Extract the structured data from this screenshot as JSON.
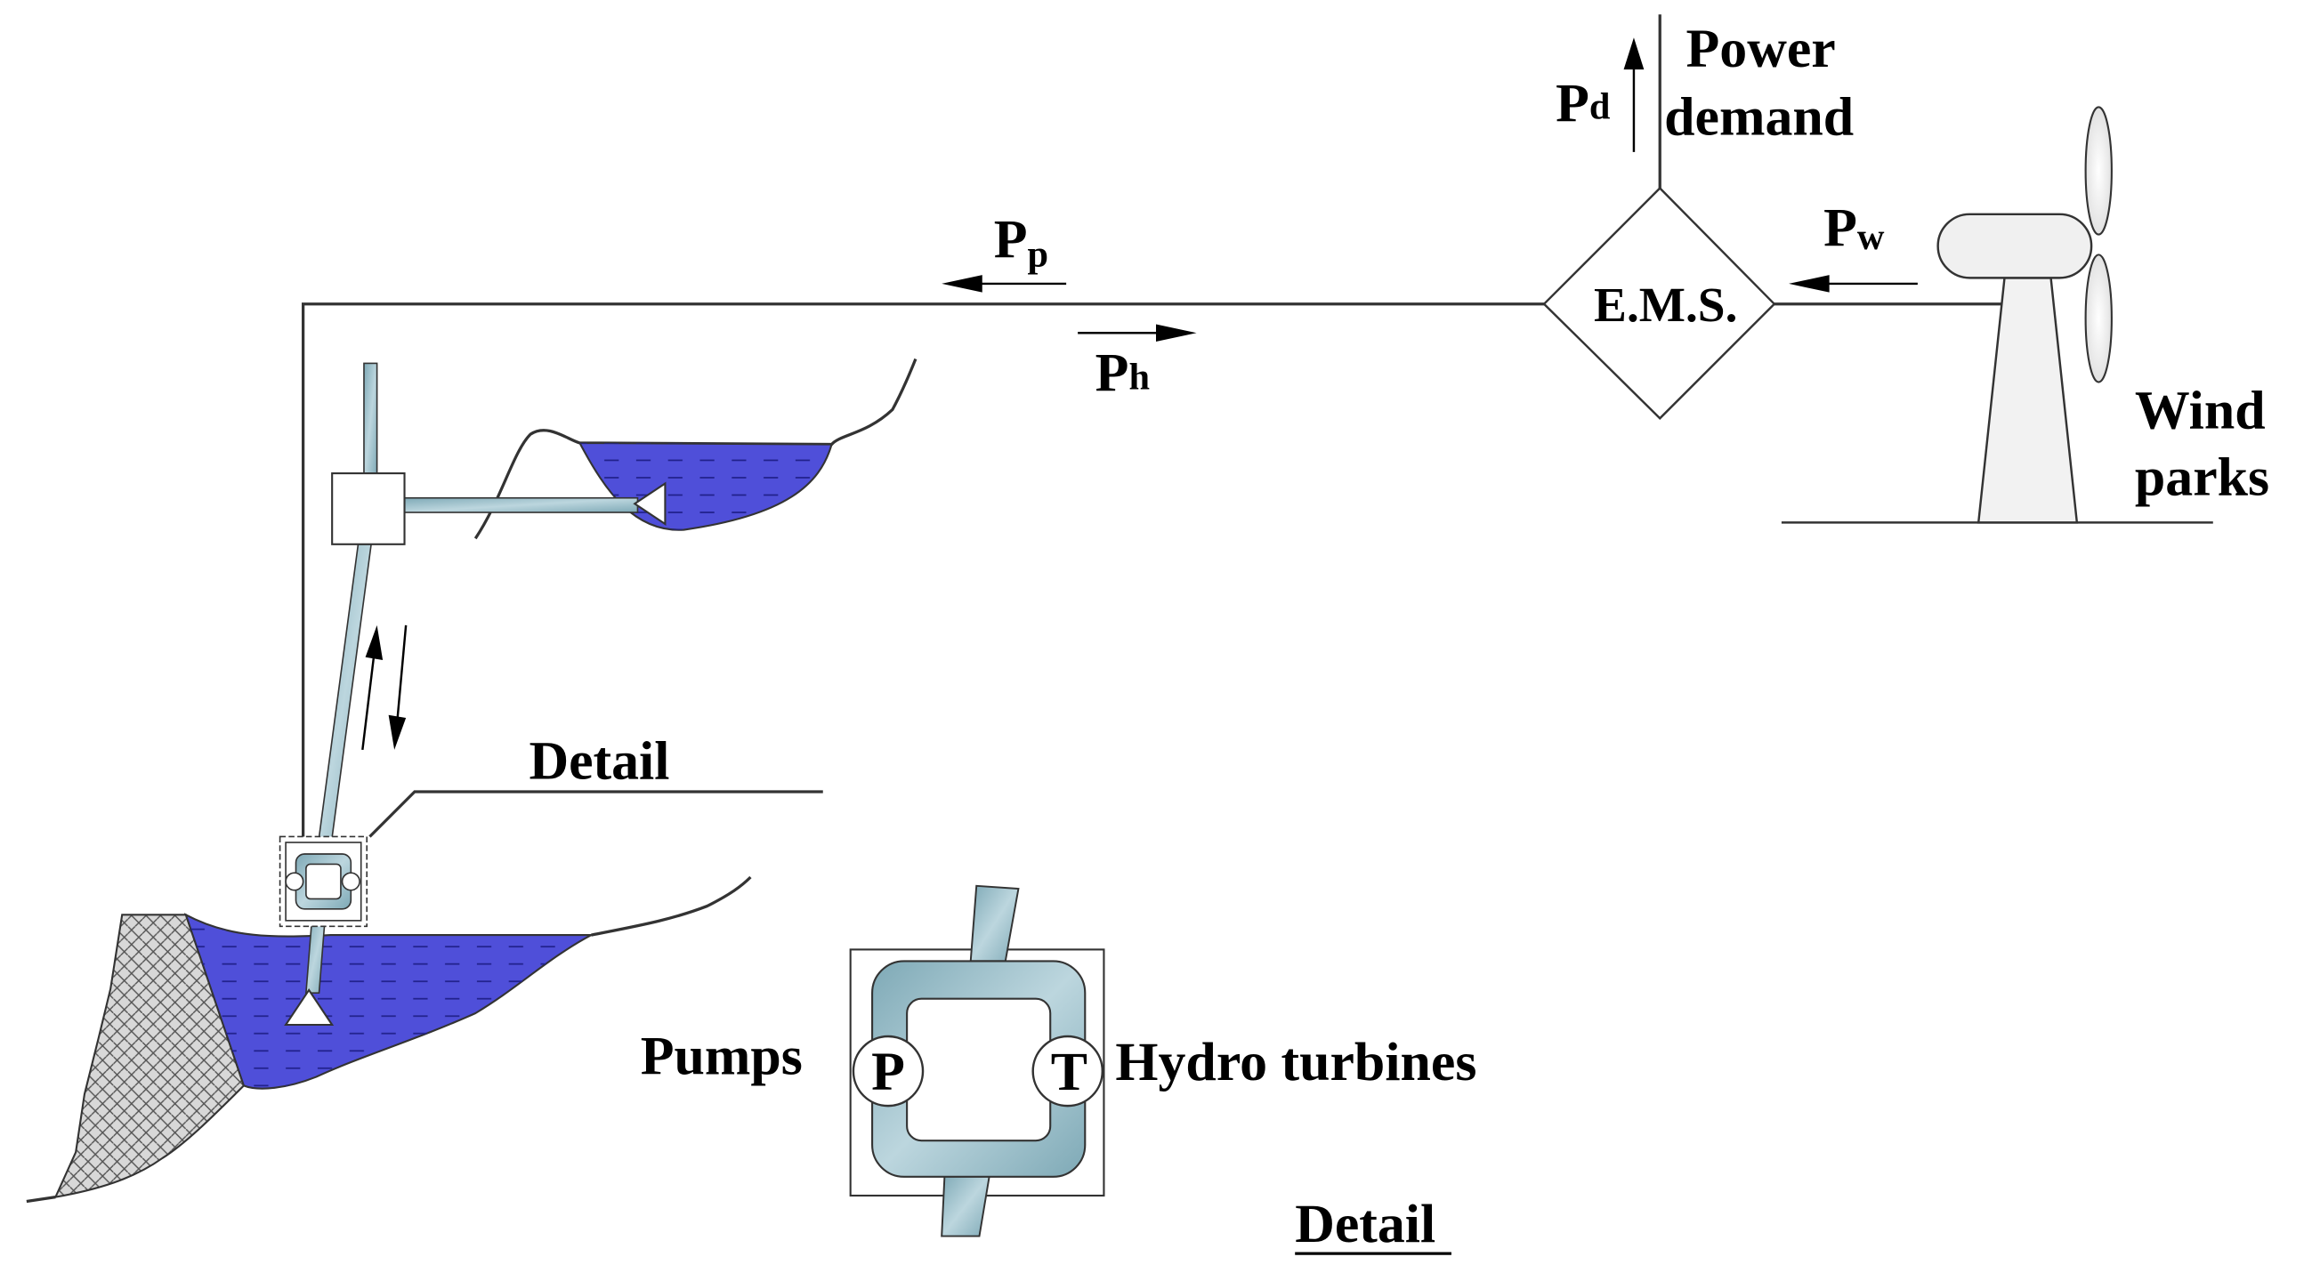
{
  "labels": {
    "power_demand_line1": "Power",
    "power_demand_line2": "demand",
    "pd_main": "P",
    "pd_sub": "d",
    "pp_main": "P",
    "pp_sub": "p",
    "ph_main": "P",
    "ph_sub": "h",
    "pw_main": "P",
    "pw_sub": "w",
    "ems": "E.M.S.",
    "wind_line1": "Wind",
    "wind_line2": "parks",
    "detail_callout": "Detail",
    "pumps": "Pumps",
    "hydro_turbines": "Hydro turbines",
    "pump_symbol": "P",
    "turbine_symbol": "T",
    "detail_caption": "Detail"
  },
  "colors": {
    "water": "#4f4fd9",
    "pipe": "#a9cbd6",
    "pipe_dark": "#7aa6b4",
    "line": "#333333"
  }
}
